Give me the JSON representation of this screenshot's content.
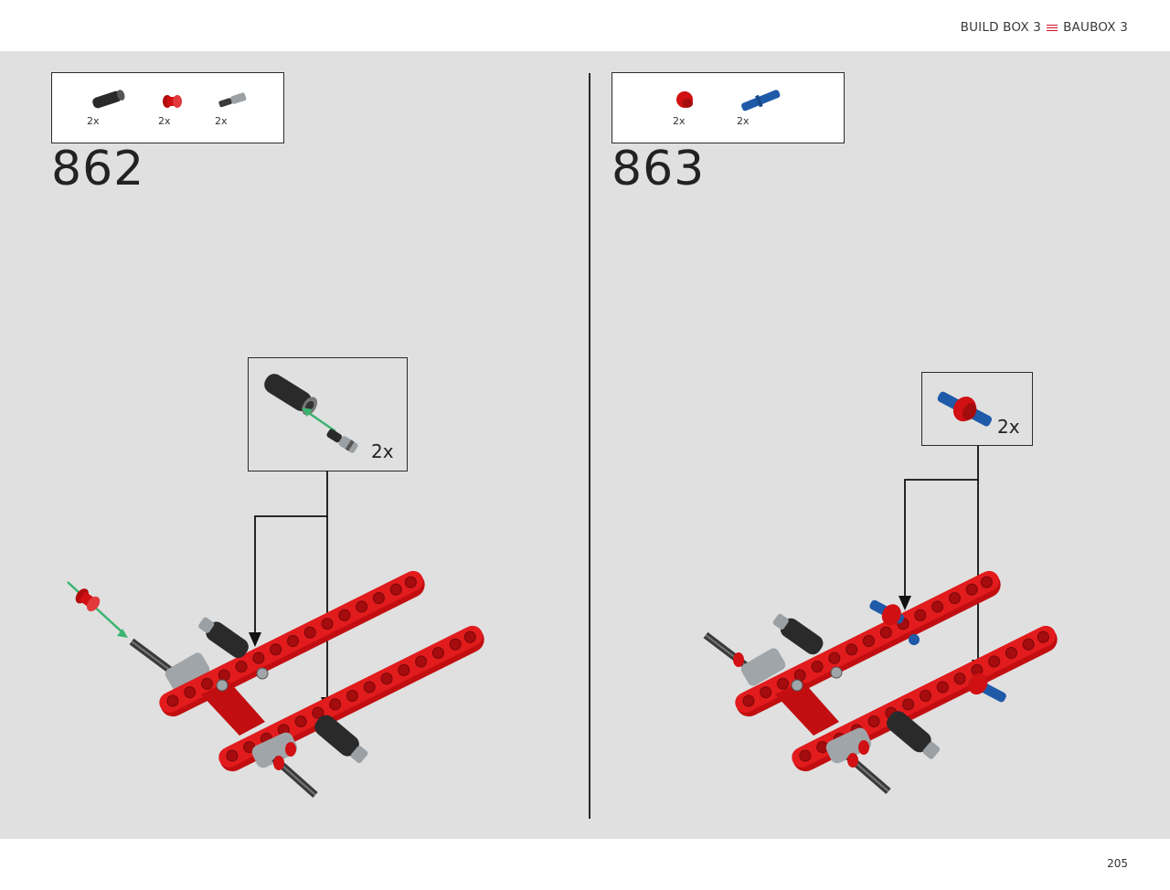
{
  "header": {
    "left_text": "BUILD BOX 3",
    "right_text": "BAUBOX 3",
    "separator_icon": "flag-stripes-icon"
  },
  "steps": [
    {
      "number": "862",
      "parts": [
        {
          "icon": "black-axle-connector-icon",
          "qty": "2x"
        },
        {
          "icon": "red-bush-icon",
          "qty": "2x"
        },
        {
          "icon": "grey-axle-pin-icon",
          "qty": "2x"
        }
      ],
      "callout_qty": "2x"
    },
    {
      "number": "863",
      "parts": [
        {
          "icon": "red-half-bush-icon",
          "qty": "2x"
        },
        {
          "icon": "blue-pin-icon",
          "qty": "2x"
        }
      ],
      "callout_qty": "2x"
    }
  ],
  "page_number": "205",
  "colors": {
    "background": "#e0e0e0",
    "brick_red": "#d01012",
    "brick_black": "#2a2a2a",
    "brick_blue": "#1e5aa8",
    "brick_grey": "#a0a5a9",
    "arrow_green": "#3cb371"
  }
}
